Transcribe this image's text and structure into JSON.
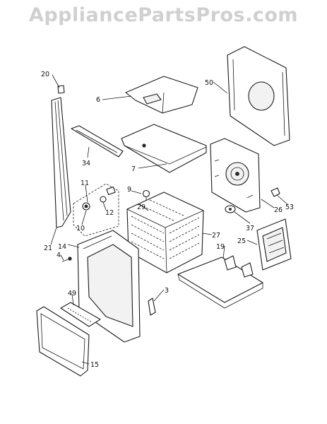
{
  "watermark": "AppliancePartsPros.com",
  "callouts": {
    "c20": "20",
    "c6": "6",
    "c50": "50",
    "c34": "34",
    "c7": "7",
    "c11": "11",
    "c9": "9",
    "c12": "12",
    "c10": "10",
    "c26": "26",
    "c53": "53",
    "c29": "29",
    "c37": "37",
    "c27": "27",
    "c21": "21",
    "c14": "14",
    "c25": "25",
    "c19": "19",
    "c4": "4",
    "c3": "3",
    "c49": "49",
    "c15": "15"
  }
}
